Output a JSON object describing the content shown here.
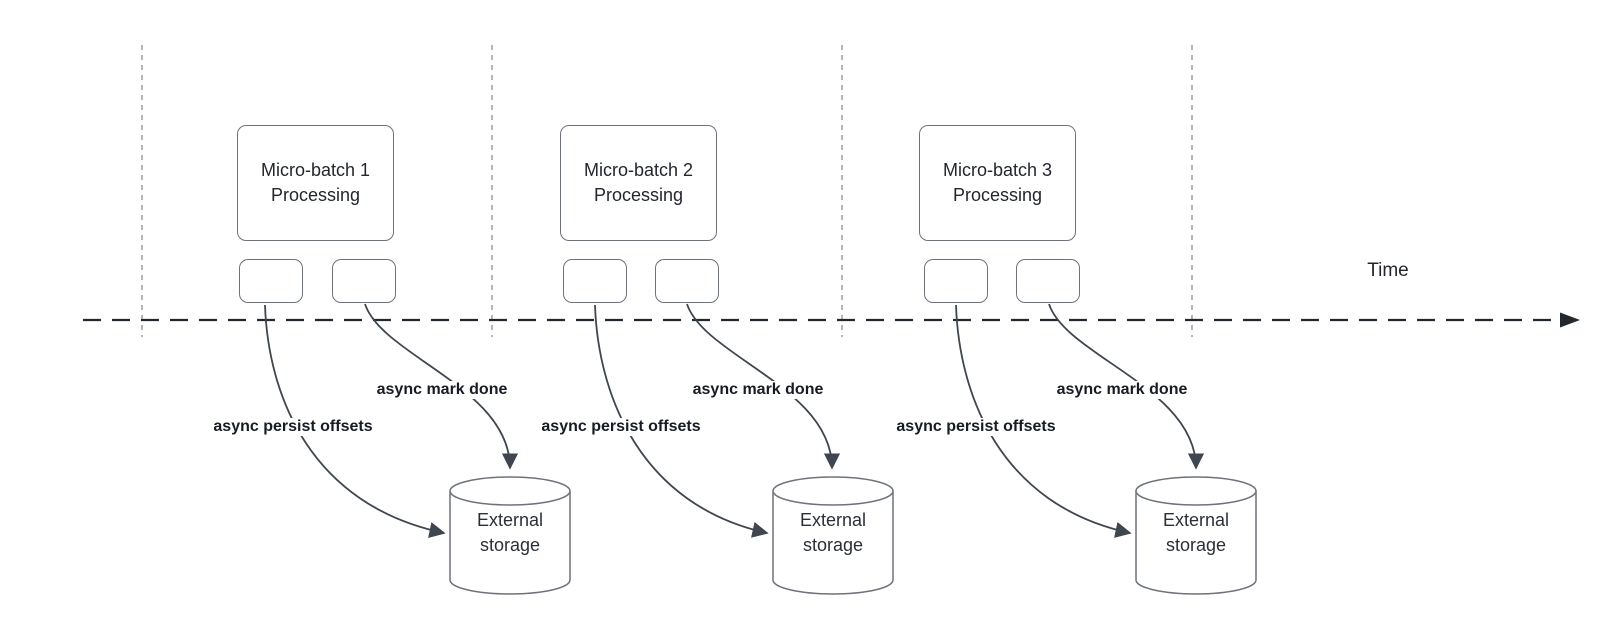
{
  "diagram": {
    "time_label": "Time",
    "groups": [
      {
        "box_label": "Micro-batch 1\nProcessing",
        "persist_label": "async persist offsets",
        "mark_label": "async mark done",
        "storage_label": "External\nstorage"
      },
      {
        "box_label": "Micro-batch 2\nProcessing",
        "persist_label": "async persist offsets",
        "mark_label": "async mark done",
        "storage_label": "External\nstorage"
      },
      {
        "box_label": "Micro-batch 3\nProcessing",
        "persist_label": "async persist offsets",
        "mark_label": "async mark done",
        "storage_label": "External\nstorage"
      }
    ],
    "colors": {
      "box_border": "#6e737b",
      "curve": "#3f4650",
      "timeline": "#23272e",
      "guide_line": "#a3a3a3",
      "text": "#23262e",
      "label_text": "#171b24",
      "background": "#ffffff"
    }
  }
}
